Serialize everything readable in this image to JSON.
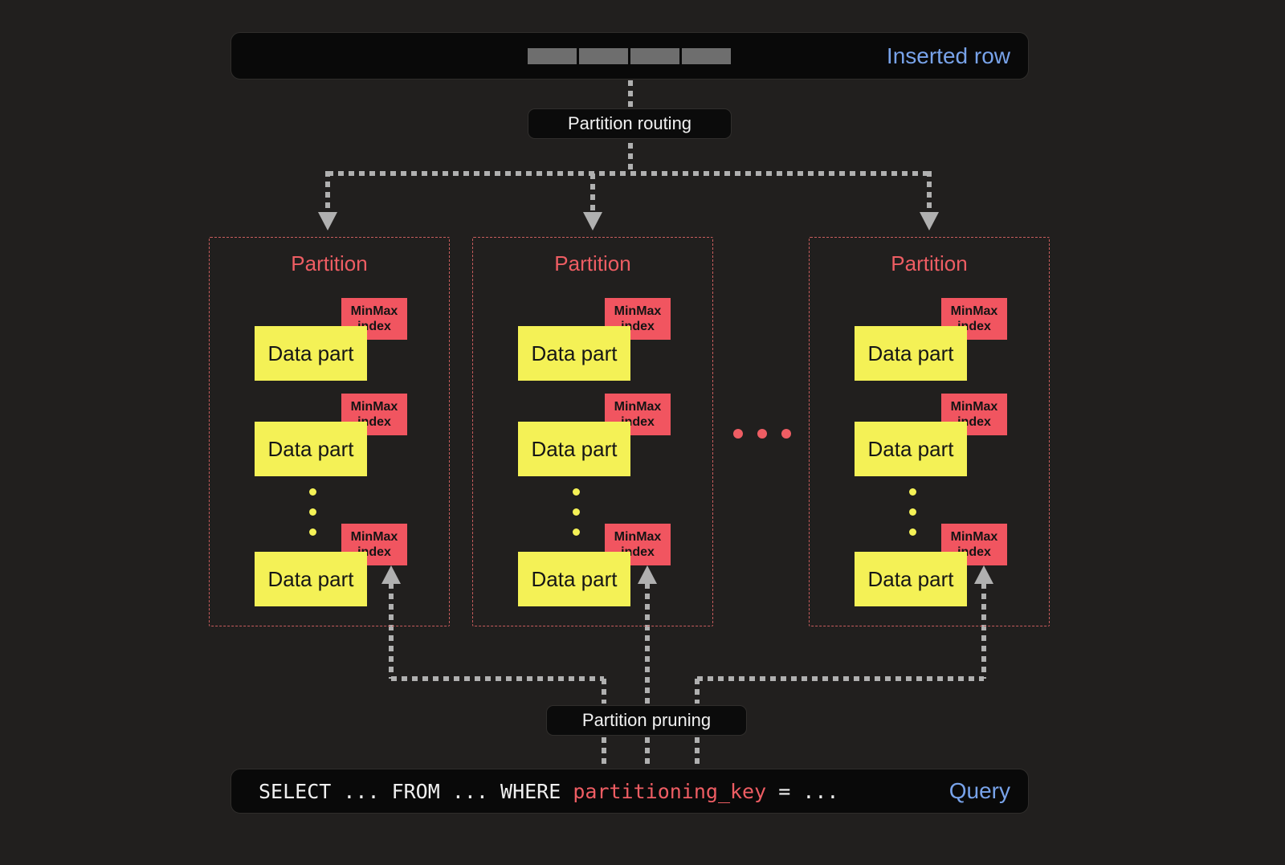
{
  "colors": {
    "background": "#211f1e",
    "panel_black": "#090909",
    "accent_blue": "#78a3ea",
    "accent_red": "#ee5d63",
    "minmax_red": "#f15560",
    "data_part_yellow": "#f4f156",
    "arrow_gray": "#b0b0b0",
    "segment_gray": "#6e6e6e"
  },
  "inserted_row": {
    "label": "Inserted row"
  },
  "routing": {
    "label": "Partition routing"
  },
  "pruning": {
    "label": "Partition pruning"
  },
  "labels": {
    "data_part": "Data part",
    "minmax_index": "MinMax index"
  },
  "partitions": [
    {
      "title": "Partition"
    },
    {
      "title": "Partition"
    },
    {
      "title": "Partition"
    }
  ],
  "icons": {
    "row_cells": "row-cells",
    "vertical_ellipsis": "vertical-ellipsis",
    "horizontal_ellipsis": "horizontal-ellipsis"
  },
  "query": {
    "prefix": "SELECT ... FROM ... WHERE ",
    "highlight": "partitioning_key",
    "suffix": " = ...",
    "label": "Query"
  }
}
